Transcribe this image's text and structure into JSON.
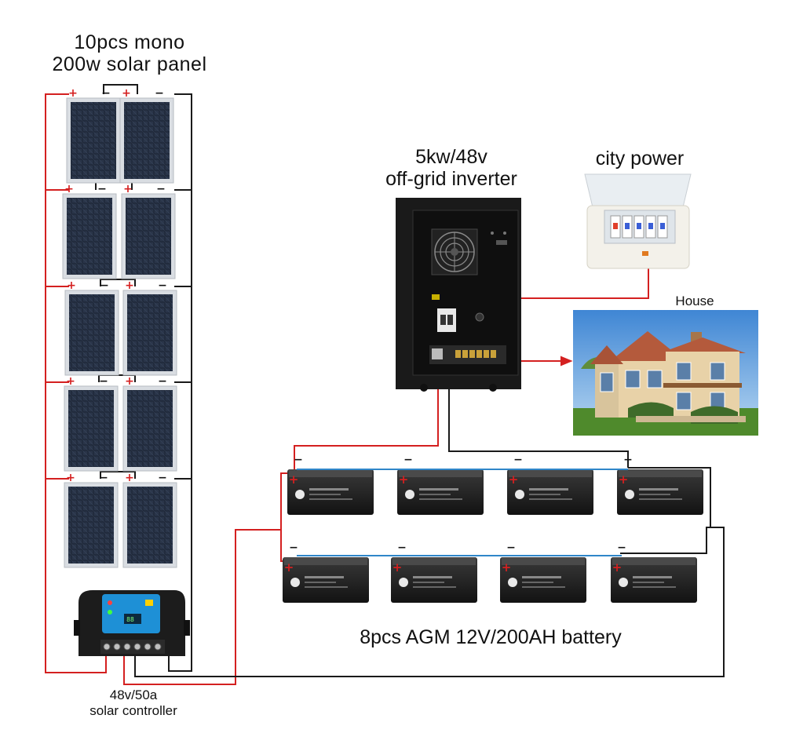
{
  "labels": {
    "solar_panel_line1": "10pcs mono",
    "solar_panel_line2": "200w solar panel",
    "inverter_line1": "5kw/48v",
    "inverter_line2": "off-grid inverter",
    "city_power": "city power",
    "house": "House",
    "battery": "8pcs AGM 12V/200AH battery",
    "controller_line1": "48v/50a",
    "controller_line2": "solar controller"
  },
  "polarity": {
    "positive": "+",
    "negative": "−"
  },
  "counts": {
    "solar_panels": 10,
    "batteries": 8
  },
  "colors": {
    "positive_wire": "#d42020",
    "negative_wire": "#1a1a1a",
    "battery_link": "#2f86c9",
    "panel_cell": "#1b2433",
    "panel_frame": "#cfd3d8",
    "inverter_body": "#151515",
    "controller_face": "#1e90d6",
    "breaker_box": "#f1efe8",
    "sky": "#4a8fd6",
    "house_wall": "#e8d2a8"
  },
  "icons": [
    "solar-panel-icon",
    "inverter-fan-icon",
    "breaker-box-icon",
    "house-illustration",
    "battery-icon",
    "charge-controller-icon"
  ]
}
